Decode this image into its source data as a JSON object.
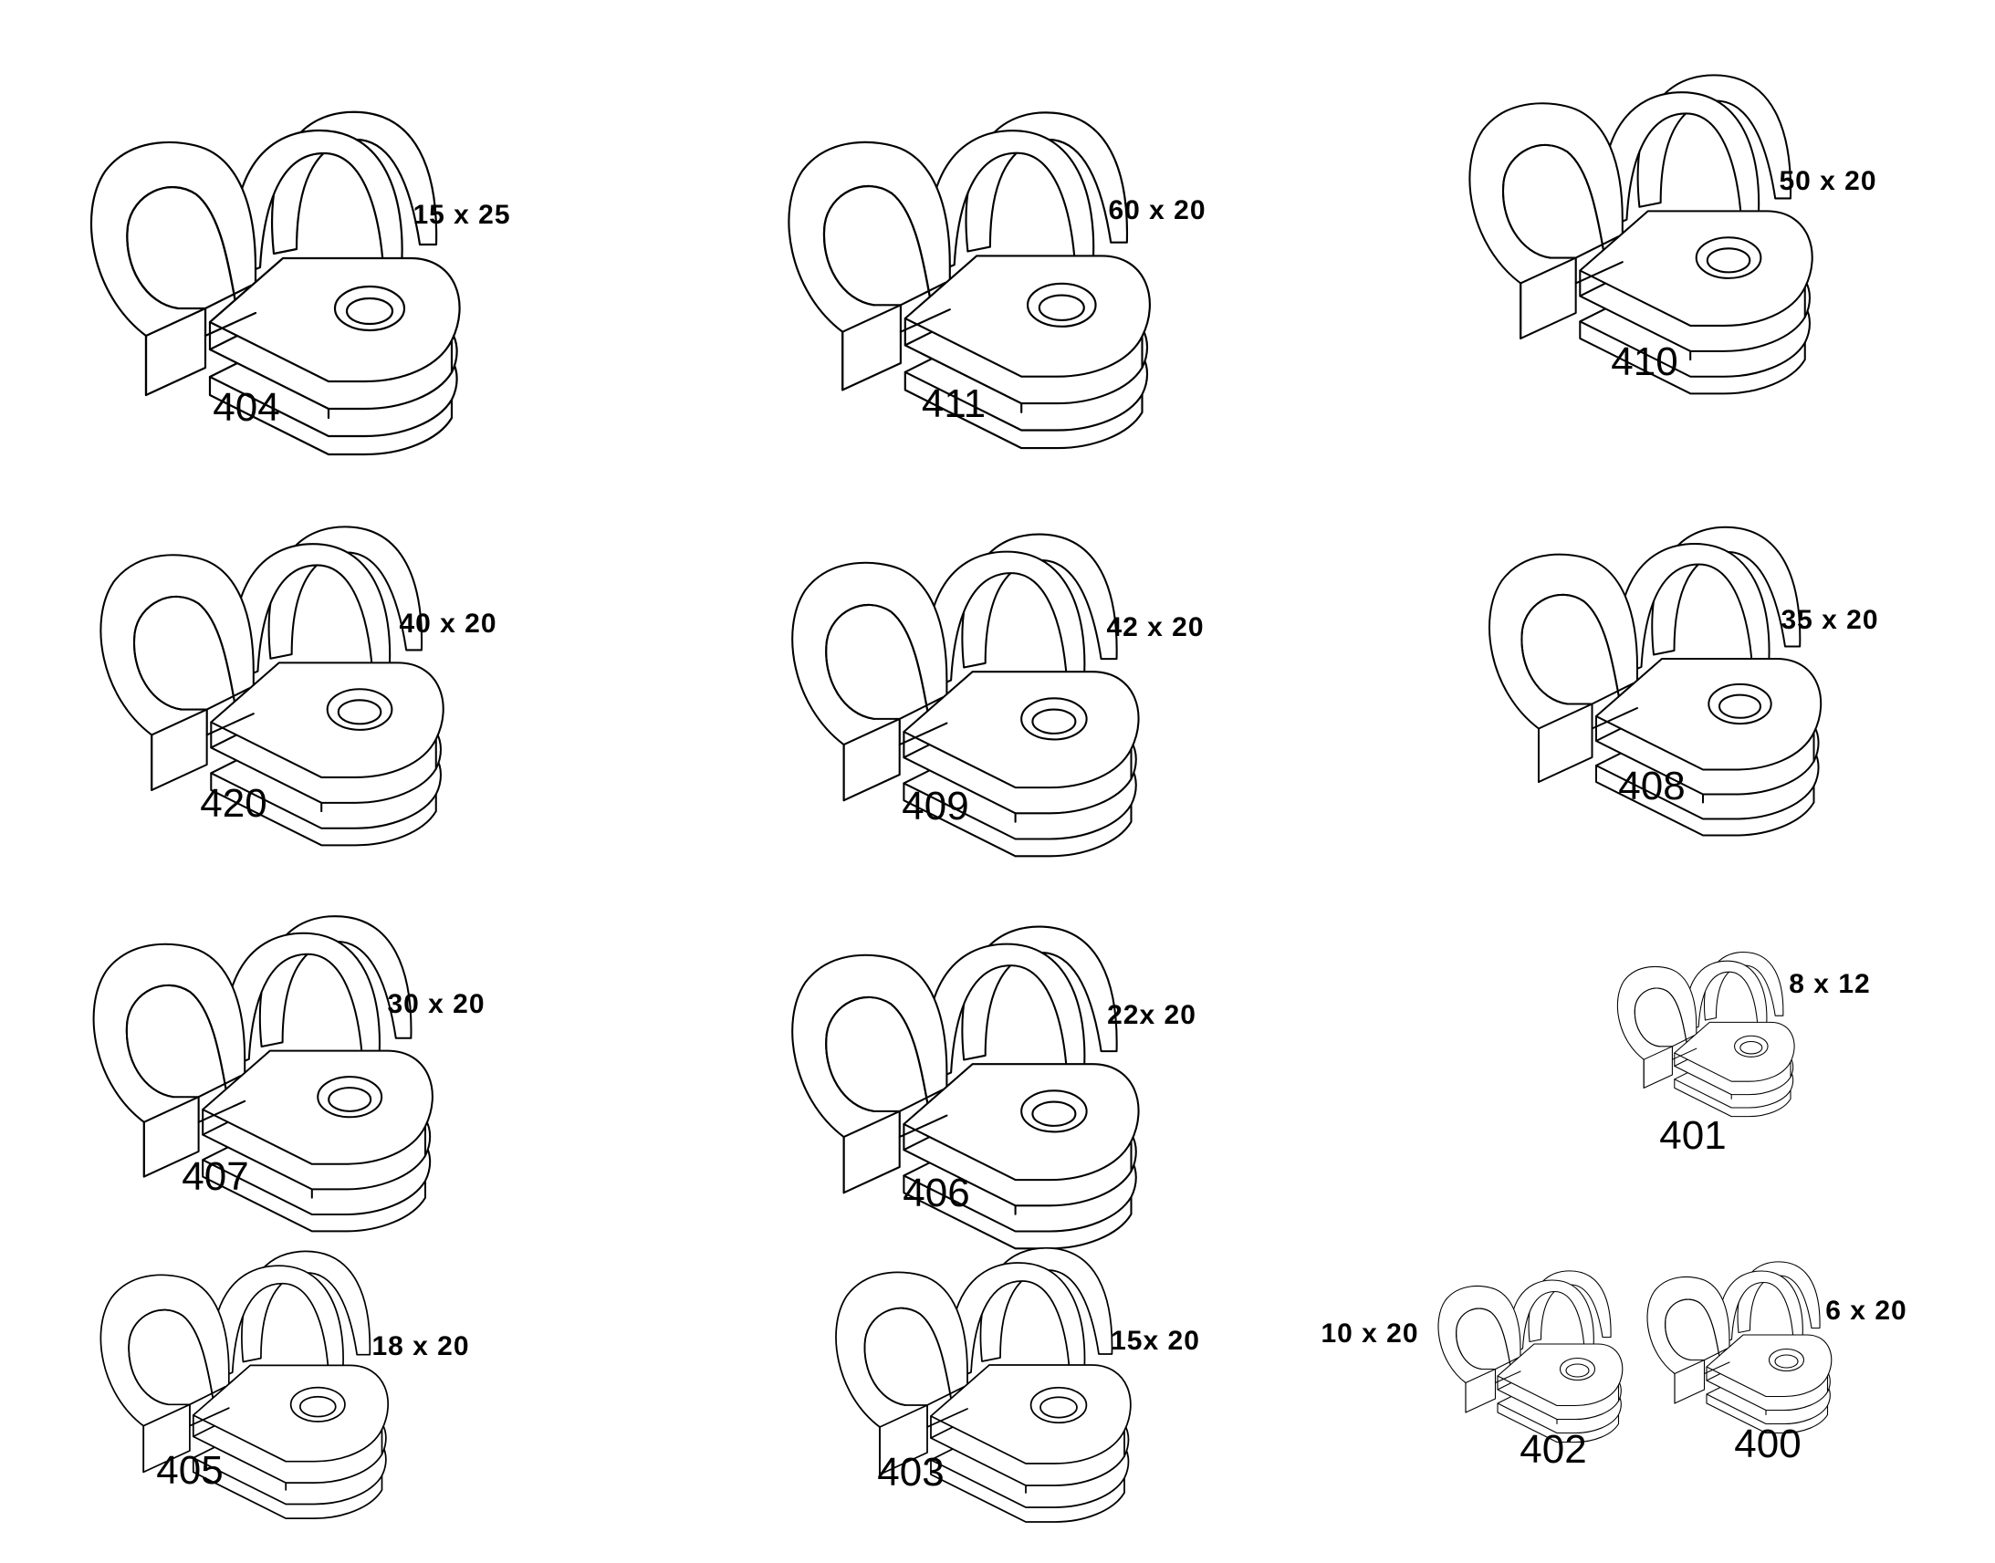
{
  "clips": [
    {
      "part": "404",
      "size": "15 x 25"
    },
    {
      "part": "411",
      "size": "60 x 20"
    },
    {
      "part": "410",
      "size": "50 x 20"
    },
    {
      "part": "420",
      "size": "40 x 20"
    },
    {
      "part": "409",
      "size": "42 x 20"
    },
    {
      "part": "408",
      "size": "35 x 20"
    },
    {
      "part": "407",
      "size": "30 x 20"
    },
    {
      "part": "406",
      "size": "22x 20"
    },
    {
      "part": "401",
      "size": "8 x 12"
    },
    {
      "part": "405",
      "size": "18 x 20"
    },
    {
      "part": "403",
      "size": "15x 20"
    },
    {
      "part": "402",
      "size": "10 x 20"
    },
    {
      "part": "400",
      "size": "6 x 20"
    }
  ]
}
